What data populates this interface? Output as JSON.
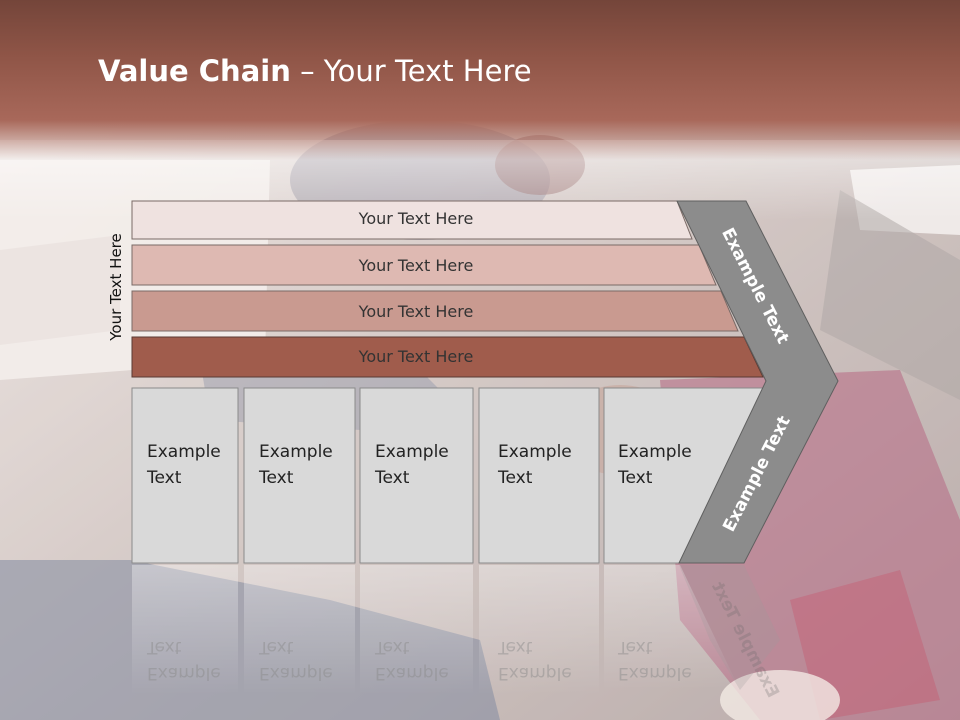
{
  "slide": {
    "title_bold": "Value Chain",
    "title_rest": " – Your Text Here",
    "vertical_label": "Your Text Here"
  },
  "bars": [
    {
      "label": "Your Text Here",
      "color": "#efe2e0"
    },
    {
      "label": "Your Text Here",
      "color": "#deb9b2"
    },
    {
      "label": "Your Text Here",
      "color": "#c99a90"
    },
    {
      "label": "Your Text Here",
      "color": "#a05c4c"
    }
  ],
  "boxes": [
    {
      "line1": "Example",
      "line2": "Text"
    },
    {
      "line1": "Example",
      "line2": "Text"
    },
    {
      "line1": "Example",
      "line2": "Text"
    },
    {
      "line1": "Example",
      "line2": "Text"
    },
    {
      "line1": "Example",
      "line2": "Text"
    }
  ],
  "chevron": {
    "upper_label": "Example Text",
    "lower_label": "Example Text",
    "color": "#8c8c8c"
  },
  "colors": {
    "header": "#8f5547",
    "box_fill": "#d9d9d9"
  }
}
